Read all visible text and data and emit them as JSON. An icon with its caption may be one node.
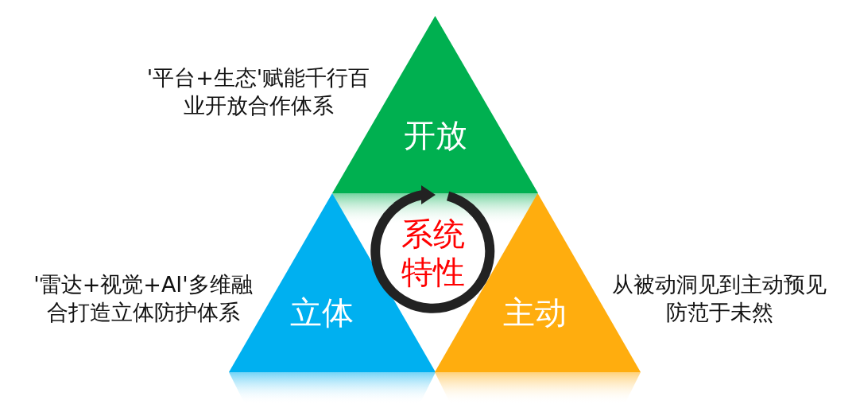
{
  "diagram": {
    "nodes": [
      {
        "text": [
          "开放"
        ],
        "beside": [
          "'平台+生态'赋能千行百业开放合作体系"
        ]
      },
      {
        "text": [
          "立体"
        ],
        "beside": [
          "'雷达+视觉+AI'多维融合打造立体防护体系"
        ]
      },
      {
        "text": [
          "主动"
        ],
        "beside": [
          "从被动洞见到主动预见防范于未然"
        ]
      },
      {
        "text": [
          "系统特性"
        ]
      }
    ]
  }
}
